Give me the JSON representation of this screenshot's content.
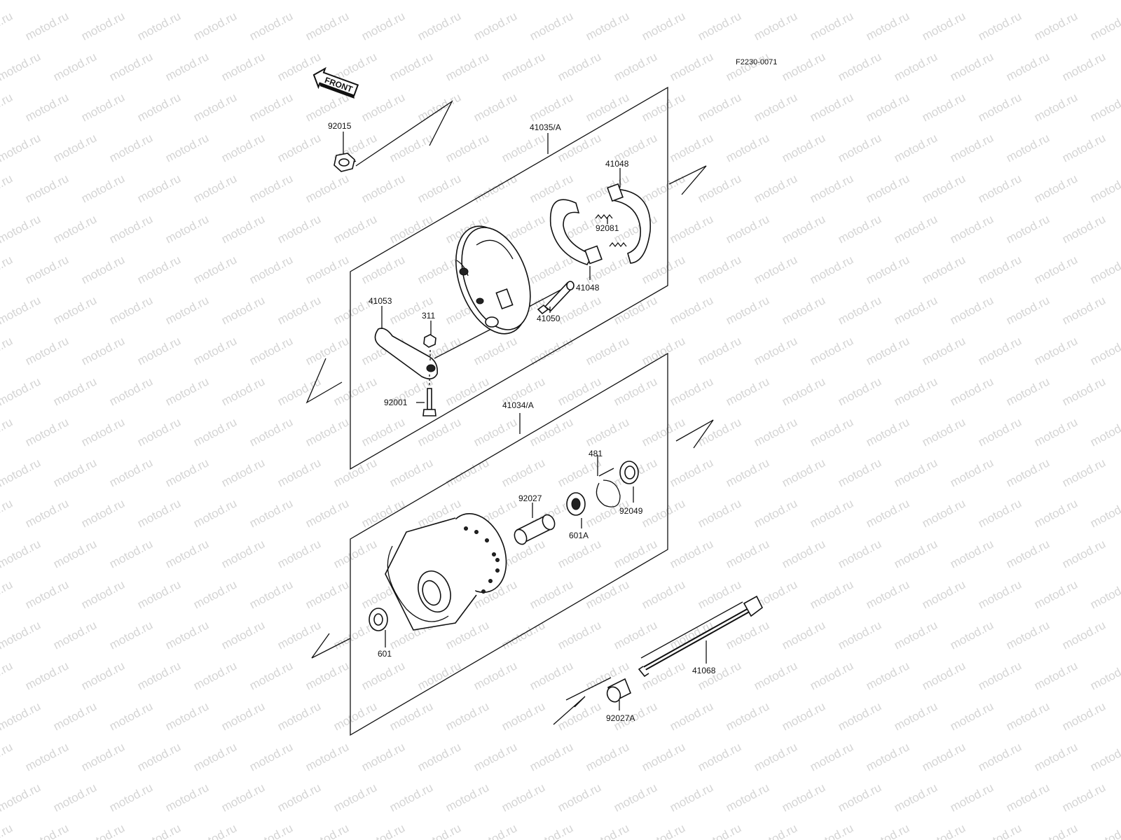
{
  "diagram": {
    "ref_code": "F2230-0071",
    "front_label": "FRONT",
    "watermark": "motod.ru",
    "labels": {
      "p92015": "92015",
      "p41035A": "41035/A",
      "p41048_top": "41048",
      "p92081": "92081",
      "p41048_bot": "41048",
      "p41050": "41050",
      "p41053": "41053",
      "p311": "311",
      "p92001": "92001",
      "p41034A": "41034/A",
      "p481": "481",
      "p92027": "92027",
      "p92049": "92049",
      "p601A": "601A",
      "p601": "601",
      "p41068": "41068",
      "p92027A": "92027A"
    }
  }
}
